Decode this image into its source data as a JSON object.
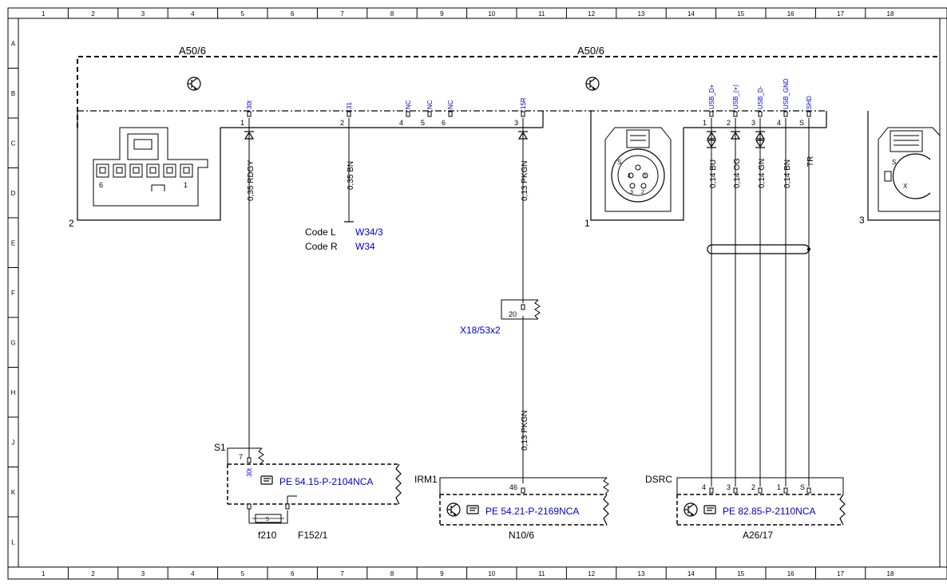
{
  "frame": {
    "columns": [
      "1",
      "2",
      "3",
      "4",
      "5",
      "6",
      "7",
      "8",
      "9",
      "10",
      "11",
      "12",
      "13",
      "14",
      "15",
      "16",
      "17",
      "18"
    ],
    "rows": [
      "A",
      "B",
      "C",
      "D",
      "E",
      "F",
      "G",
      "H",
      "J",
      "K",
      "L"
    ]
  },
  "module": {
    "name_left": "A50/6",
    "name_right": "A50/6",
    "left_pins": [
      {
        "num": "1",
        "label": "30t"
      },
      {
        "num": "2",
        "label": "31"
      },
      {
        "num": "4",
        "label": "NC"
      },
      {
        "num": "5",
        "label": "NC"
      },
      {
        "num": "6",
        "label": "NC"
      },
      {
        "num": "3",
        "label": "15R"
      }
    ],
    "right_pins": [
      {
        "num": "1",
        "label": "USB_D+"
      },
      {
        "num": "2",
        "label": "USB_(+)"
      },
      {
        "num": "3",
        "label": "USB_D-"
      },
      {
        "num": "4",
        "label": "USB_GND"
      },
      {
        "num": "S",
        "label": "SHD"
      }
    ],
    "connector_labels": {
      "c2": "2",
      "c1": "1",
      "c3": "3"
    },
    "connector2_pins": {
      "left": "6",
      "right": "1"
    },
    "connector1_pins": [
      "S",
      "4",
      "1",
      "3",
      "2"
    ],
    "connector3_pins": [
      "S",
      "X"
    ]
  },
  "wires": {
    "w1": "0,35 RDGY",
    "w2": "0,35 BN",
    "w3": "0,13 PKGN",
    "w3b": "0,13 PKGN",
    "usb1": "0,14 BU",
    "usb2": "0,14 OG",
    "usb3": "0,14 GN",
    "usb4": "0,14 BN",
    "usb5": "TR"
  },
  "codes": [
    {
      "code": "Code L",
      "ref": "W34/3"
    },
    {
      "code": "Code R",
      "ref": "W34"
    }
  ],
  "connector_x18": {
    "pin": "20",
    "label": "X18/53x2"
  },
  "fuse_block": {
    "s_label": "S1",
    "pin_top": "7",
    "pin_label": "30t",
    "pe": "PE 54.15-P-2104NCA",
    "fuse_num": "5",
    "fuse_name": "f210",
    "name": "F152/1"
  },
  "n10": {
    "connector": "IRM1",
    "pin": "46",
    "pe": "PE 54.21-P-2169NCA",
    "name": "N10/6"
  },
  "a26": {
    "connector": "DSRC",
    "pins": [
      "4",
      "3",
      "2",
      "1",
      "S"
    ],
    "pe": "PE 82.85-P-2110NCA",
    "name": "A26/17"
  }
}
